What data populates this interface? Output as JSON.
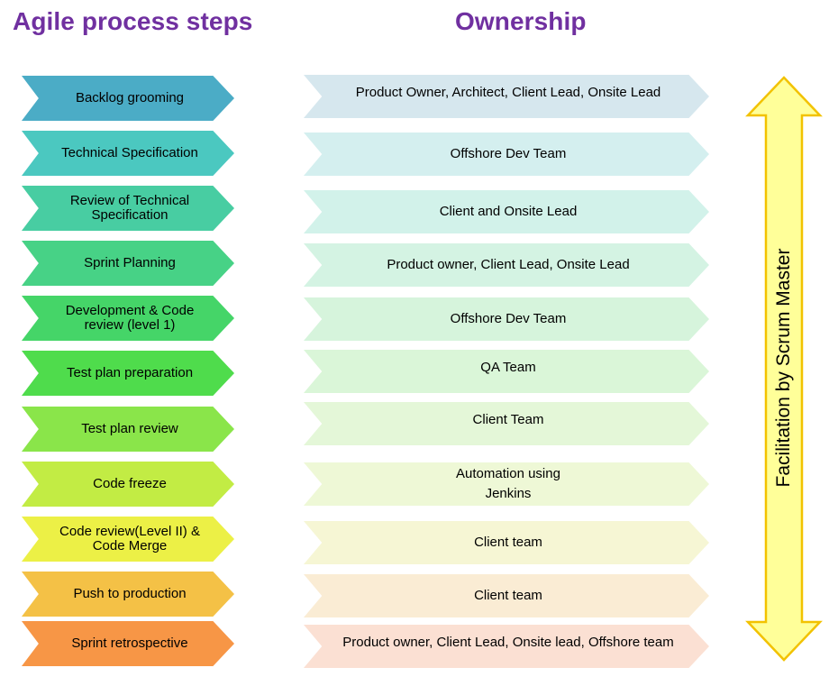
{
  "headings": {
    "left": "Agile process steps",
    "right": "Ownership"
  },
  "steps": [
    {
      "label": "Backlog grooming",
      "color": "#4bacc6"
    },
    {
      "label": "Technical Specification",
      "color": "#4bc8c0"
    },
    {
      "label": "Review of Technical Specification",
      "color": "#48cda2"
    },
    {
      "label": "Sprint Planning",
      "color": "#47d286"
    },
    {
      "label": "Development & Code review (level 1)",
      "color": "#45d568"
    },
    {
      "label": "Test plan preparation",
      "color": "#4fdc4c"
    },
    {
      "label": "Test plan review",
      "color": "#8ae54a"
    },
    {
      "label": "Code freeze",
      "color": "#c2ec44"
    },
    {
      "label": "Code review(Level II) & Code Merge",
      "color": "#ecf046"
    },
    {
      "label": "Push to production",
      "color": "#f4c146"
    },
    {
      "label": "Sprint retrospective",
      "color": "#f79646"
    }
  ],
  "owners": [
    {
      "label": "Product Owner, Architect, Client Lead, Onsite Lead",
      "color": "#d6e7ee"
    },
    {
      "label": "Offshore Dev Team",
      "color": "#d4efef"
    },
    {
      "label": "Client and Onsite Lead",
      "color": "#d2f2ea"
    },
    {
      "label": "Product owner, Client Lead, Onsite Lead",
      "color": "#d4f3e3"
    },
    {
      "label": "Offshore Dev Team",
      "color": "#d6f4dc"
    },
    {
      "label": "QA Team",
      "color": "#daf6d8"
    },
    {
      "label": "Client Team",
      "color": "#e4f7d8"
    },
    {
      "label": "Automation using\nJenkins",
      "color": "#eef8d6"
    },
    {
      "label": "Client team",
      "color": "#f6f6d4"
    },
    {
      "label": "Client team",
      "color": "#faecd4"
    },
    {
      "label": "Product owner, Client Lead, Onsite lead, Offshore team",
      "color": "#fbe0d3"
    }
  ],
  "facilitation": {
    "label": "Facilitation by Scrum Master",
    "fill_color": "#ffff99",
    "stroke_color": "#f2c200"
  }
}
